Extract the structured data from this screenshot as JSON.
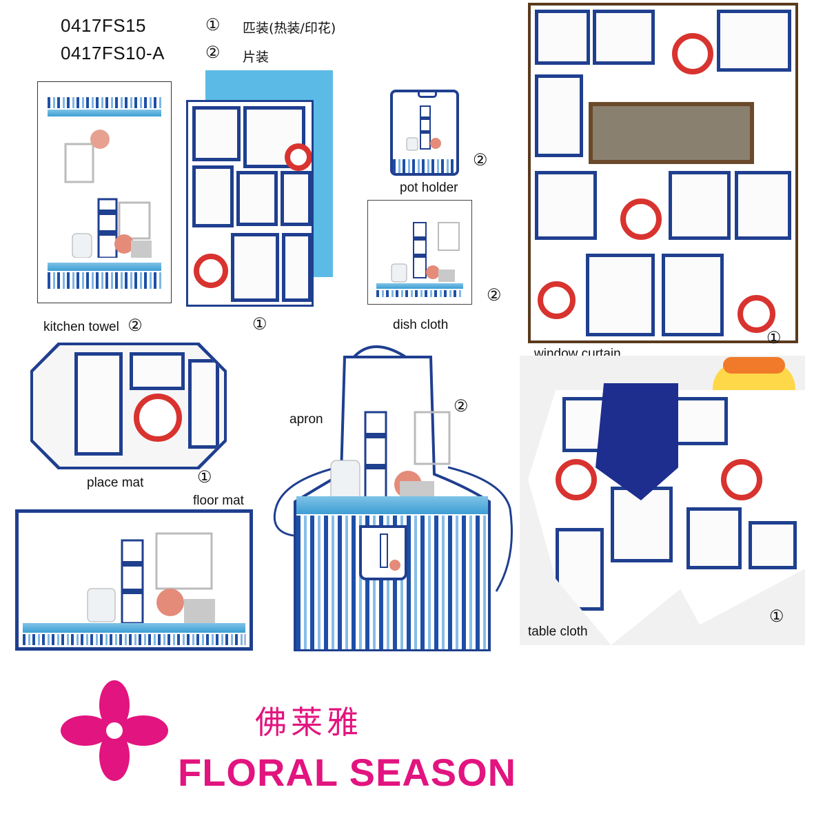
{
  "header": {
    "code1": "0417FS15",
    "mark1": "①",
    "desc1": "匹装(热装/印花)",
    "code2": "0417FS10-A",
    "mark2": "②",
    "desc2": "片装"
  },
  "products": {
    "kitchen_towel": {
      "label": "kitchen towel",
      "mark": "②"
    },
    "kitchen_towel_pattern": {
      "mark": "①"
    },
    "pot_holder": {
      "label": "pot holder",
      "mark": "②"
    },
    "dish_cloth": {
      "label": "dish cloth",
      "mark": "②"
    },
    "window_curtain": {
      "label": "window curtain",
      "mark": "①"
    },
    "place_mat": {
      "label": "place mat",
      "mark": "①"
    },
    "floor_mat": {
      "label": "floor mat"
    },
    "apron": {
      "label": "apron",
      "mark": "②"
    },
    "table_cloth": {
      "label": "table cloth",
      "mark": "①"
    }
  },
  "brand": {
    "name_cn": "佛莱雅",
    "name_en": "FLORAL SEASON",
    "color": "#e2147f"
  },
  "colors": {
    "navy": "#1f3f8f",
    "light_blue": "#5bbbe6",
    "red": "#d8332f"
  }
}
